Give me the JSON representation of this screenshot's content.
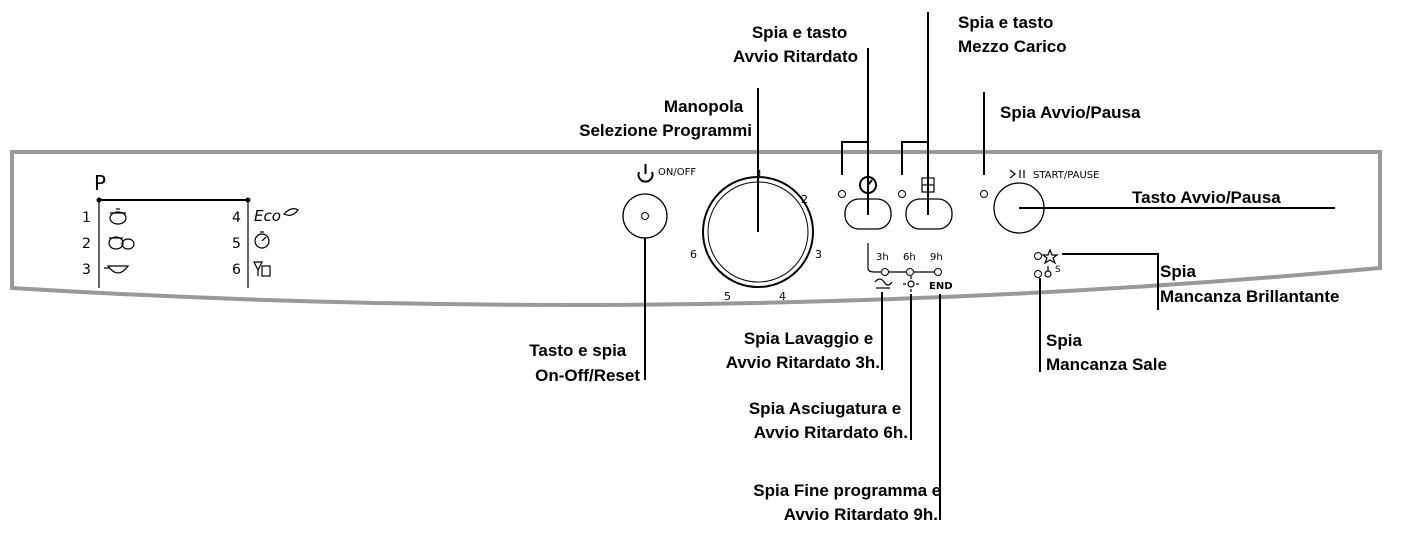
{
  "panel": {
    "p_label": "P",
    "programs_left": [
      {
        "num": "1",
        "icon": "pot-icon"
      },
      {
        "num": "2",
        "icon": "pots-icon"
      },
      {
        "num": "3",
        "icon": "bowl-icon"
      }
    ],
    "programs_right": [
      {
        "num": "4",
        "icon": "eco-icon",
        "text": "Eco"
      },
      {
        "num": "5",
        "icon": "timer-icon"
      },
      {
        "num": "6",
        "icon": "glasses-icon"
      }
    ],
    "onoff_label": "ON/OFF",
    "dial_numbers": [
      "1",
      "2",
      "3",
      "4",
      "5",
      "6"
    ],
    "delay_labels": [
      "3h",
      "6h",
      "9h"
    ],
    "end_label": "END",
    "startpause_label": "START/PAUSE",
    "salt_superscript": "S"
  },
  "callouts": {
    "spia_tasto_avvio_ritardato": [
      "Spia e  tasto",
      "Avvio  Ritardato"
    ],
    "spia_tasto_mezzo_carico": [
      "Spia e  tasto",
      "Mezzo  Carico"
    ],
    "manopola": [
      "Manopola",
      "Selezione  Programmi"
    ],
    "spia_avvio_pausa": [
      "Spia  Avvio/Pausa"
    ],
    "tasto_avvio_pausa": [
      "Tasto  Avvio/Pausa"
    ],
    "spia_brillantante": [
      "Spia",
      "Mancanza  Brillantante"
    ],
    "spia_sale": [
      "Spia",
      "Mancanza  Sale"
    ],
    "tasto_onoff": [
      "Tasto e spia",
      "On-Off/Reset"
    ],
    "spia_lavaggio": [
      "Spia  Lavaggio e",
      "Avvio  Ritardato  3h."
    ],
    "spia_asciugatura": [
      "Spia  Asciugatura e",
      "Avvio  Ritardato  6h."
    ],
    "spia_fine": [
      "Spia  Fine  programma e",
      "Avvio  Ritardato  9h."
    ]
  }
}
